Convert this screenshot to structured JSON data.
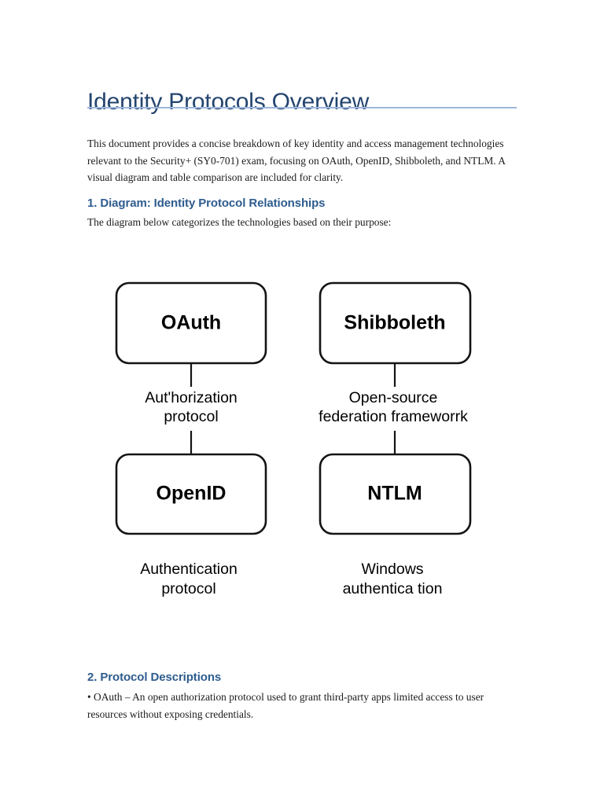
{
  "document": {
    "title": "Identity Protocols Overview",
    "intro": "This document provides a concise breakdown of key identity and access management technologies relevant to the Security+ (SY0-701) exam, focusing on OAuth, OpenID, Shibboleth, and NTLM. A visual diagram and table comparison are included for clarity."
  },
  "sections": {
    "diagram_section": {
      "heading": "1. Diagram: Identity Protocol Relationships",
      "subtext": "The diagram below categorizes the technologies based on their purpose:"
    },
    "descriptions_section": {
      "heading": "2. Protocol Descriptions",
      "body": "• OAuth – An open authorization protocol used to grant third-party apps limited access to user resources without exposing credentials."
    }
  },
  "diagram": {
    "nodes": {
      "oauth": "OAuth",
      "shibboleth": "Shibboleth",
      "openid": "OpenID",
      "ntlm": "NTLM"
    },
    "edge_captions": {
      "left": {
        "line1": "Aut'horization",
        "line2": "protocol"
      },
      "right": {
        "line1": "Open-source",
        "line2": "federation frameworrk"
      }
    },
    "node_captions": {
      "openid": {
        "line1": "Authentication",
        "line2": "protocol"
      },
      "ntlm": {
        "line1": "Windows",
        "line2": "authentica tion"
      }
    }
  },
  "colors": {
    "title": "#23446E",
    "heading": "#2E5C8E",
    "rule": "#9DB7DC",
    "body_text": "#1b1b1b",
    "diagram_stroke": "#141414"
  }
}
